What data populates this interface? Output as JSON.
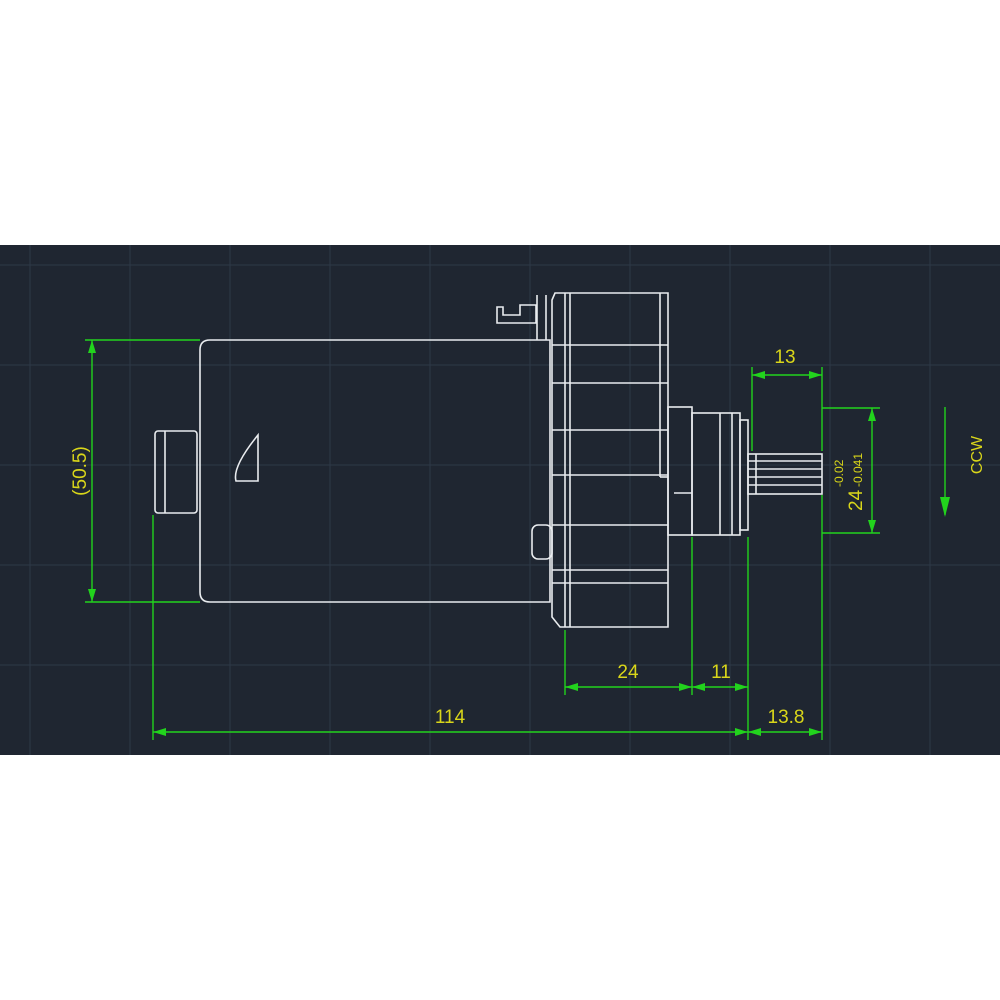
{
  "colors": {
    "background": "#1f2631",
    "grid": "#2e3947",
    "outline": "#e9ecef",
    "dimension": "#22d31d",
    "text": "#d9d61a"
  },
  "dimensions": {
    "body_diameter": "(50.5)",
    "spline_length": "13",
    "shaft_diameter": "24",
    "tolerance_upper": "-0.02",
    "tolerance_lower": "-0.041",
    "flange_width": "24",
    "hub_width": "11",
    "overall_length": "114",
    "shaft_extension": "13.8"
  },
  "rotation": {
    "label": "CCW",
    "icon": "arrow-down-icon"
  }
}
